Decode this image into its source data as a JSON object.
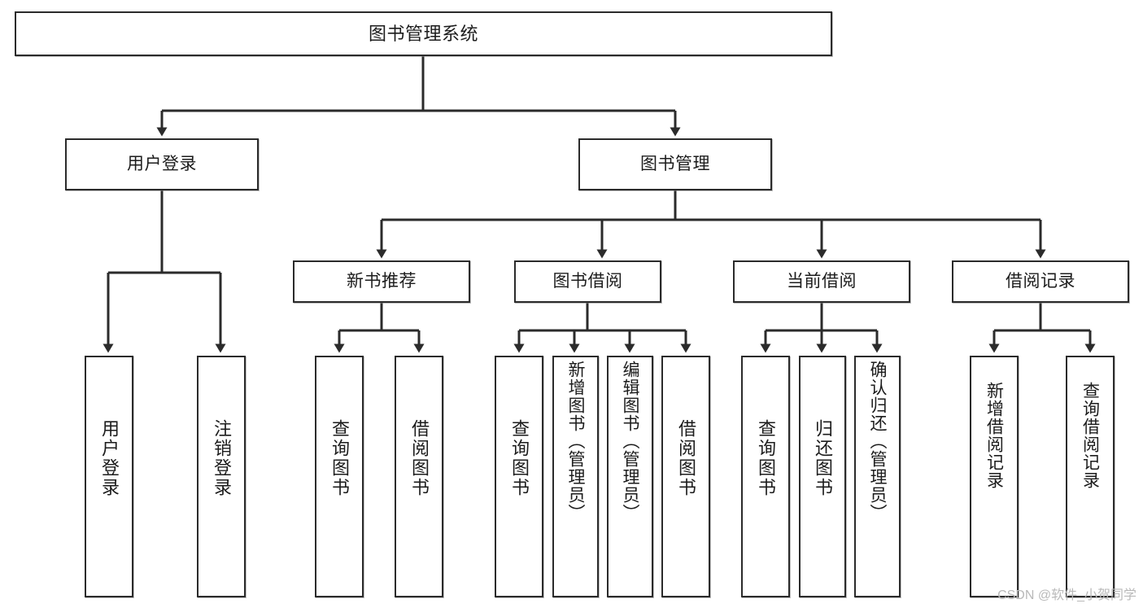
{
  "diagram": {
    "title": "图书管理系统",
    "type": "tree",
    "orientation": "top-down",
    "colors": {
      "box_border": "#2b2b2b",
      "box_fill": "#ffffff",
      "connector": "#2b2b2b",
      "watermark": "#b9b9b9",
      "background": "#ffffff"
    },
    "root": {
      "id": "root",
      "label": "图书管理系统"
    },
    "level2": [
      {
        "id": "user-login",
        "label": "用户登录"
      },
      {
        "id": "book-management",
        "label": "图书管理"
      }
    ],
    "level3": [
      {
        "id": "new-book-recommend",
        "label": "新书推荐",
        "parent": "book-management"
      },
      {
        "id": "book-borrow",
        "label": "图书借阅",
        "parent": "book-management"
      },
      {
        "id": "current-borrow",
        "label": "当前借阅",
        "parent": "book-management"
      },
      {
        "id": "borrow-record",
        "label": "借阅记录",
        "parent": "book-management"
      }
    ],
    "leaves": {
      "user-login": [
        {
          "id": "leaf-user-login",
          "label": "用户登录"
        },
        {
          "id": "leaf-user-logout",
          "label": "注销登录"
        }
      ],
      "new-book-recommend": [
        {
          "id": "leaf-query-book-1",
          "label": "查询图书"
        },
        {
          "id": "leaf-borrow-book-1",
          "label": "借阅图书"
        }
      ],
      "book-borrow": [
        {
          "id": "leaf-query-book-2",
          "label": "查询图书"
        },
        {
          "id": "leaf-add-book-admin",
          "label": "新增图书（管理员）"
        },
        {
          "id": "leaf-edit-book-admin",
          "label": "编辑图书（管理员）"
        },
        {
          "id": "leaf-borrow-book-2",
          "label": "借阅图书"
        }
      ],
      "current-borrow": [
        {
          "id": "leaf-query-book-3",
          "label": "查询图书"
        },
        {
          "id": "leaf-return-book",
          "label": "归还图书"
        },
        {
          "id": "leaf-confirm-return-admin",
          "label": "确认归还（管理员）"
        }
      ],
      "borrow-record": [
        {
          "id": "leaf-add-borrow-record",
          "label": "新增借阅记录"
        },
        {
          "id": "leaf-query-borrow-record",
          "label": "查询借阅记录"
        }
      ]
    }
  },
  "watermark": {
    "text": "CSDN @软件_小贺同学"
  }
}
